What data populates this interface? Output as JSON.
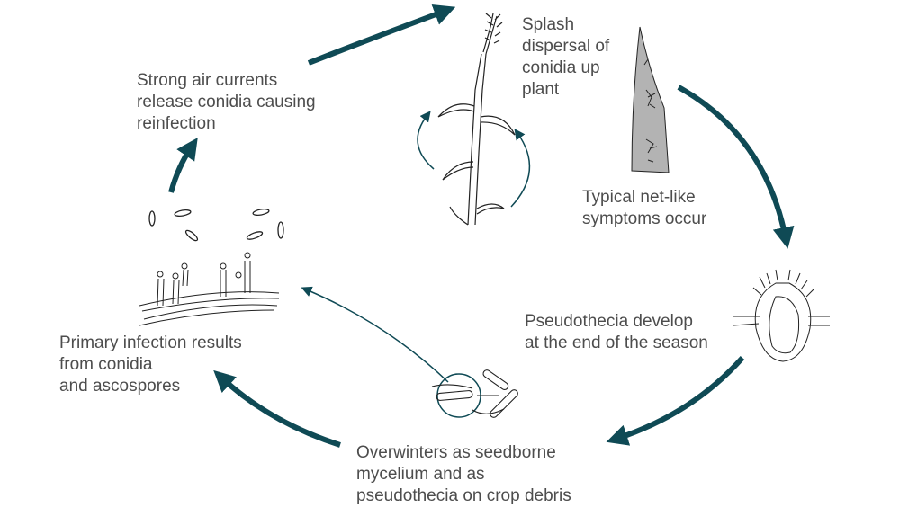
{
  "colors": {
    "arrow": "#0f4a55",
    "text": "#4d4d4d",
    "leaf": "#b3b3b3"
  },
  "labels": {
    "splash": "Splash\ndispersal of\nconidia up\nplant",
    "symptoms": "Typical net-like\nsymptoms occur",
    "pseudothecia": "Pseudothecia develop\nat the end of the season",
    "overwinters": "Overwinters as seedborne\nmycelium and as\npseudothecia on crop debris",
    "primary": "Primary infection results\nfrom conidia\nand ascospores",
    "air": "Strong air currents\nrelease conidia causing\nreinfection"
  }
}
